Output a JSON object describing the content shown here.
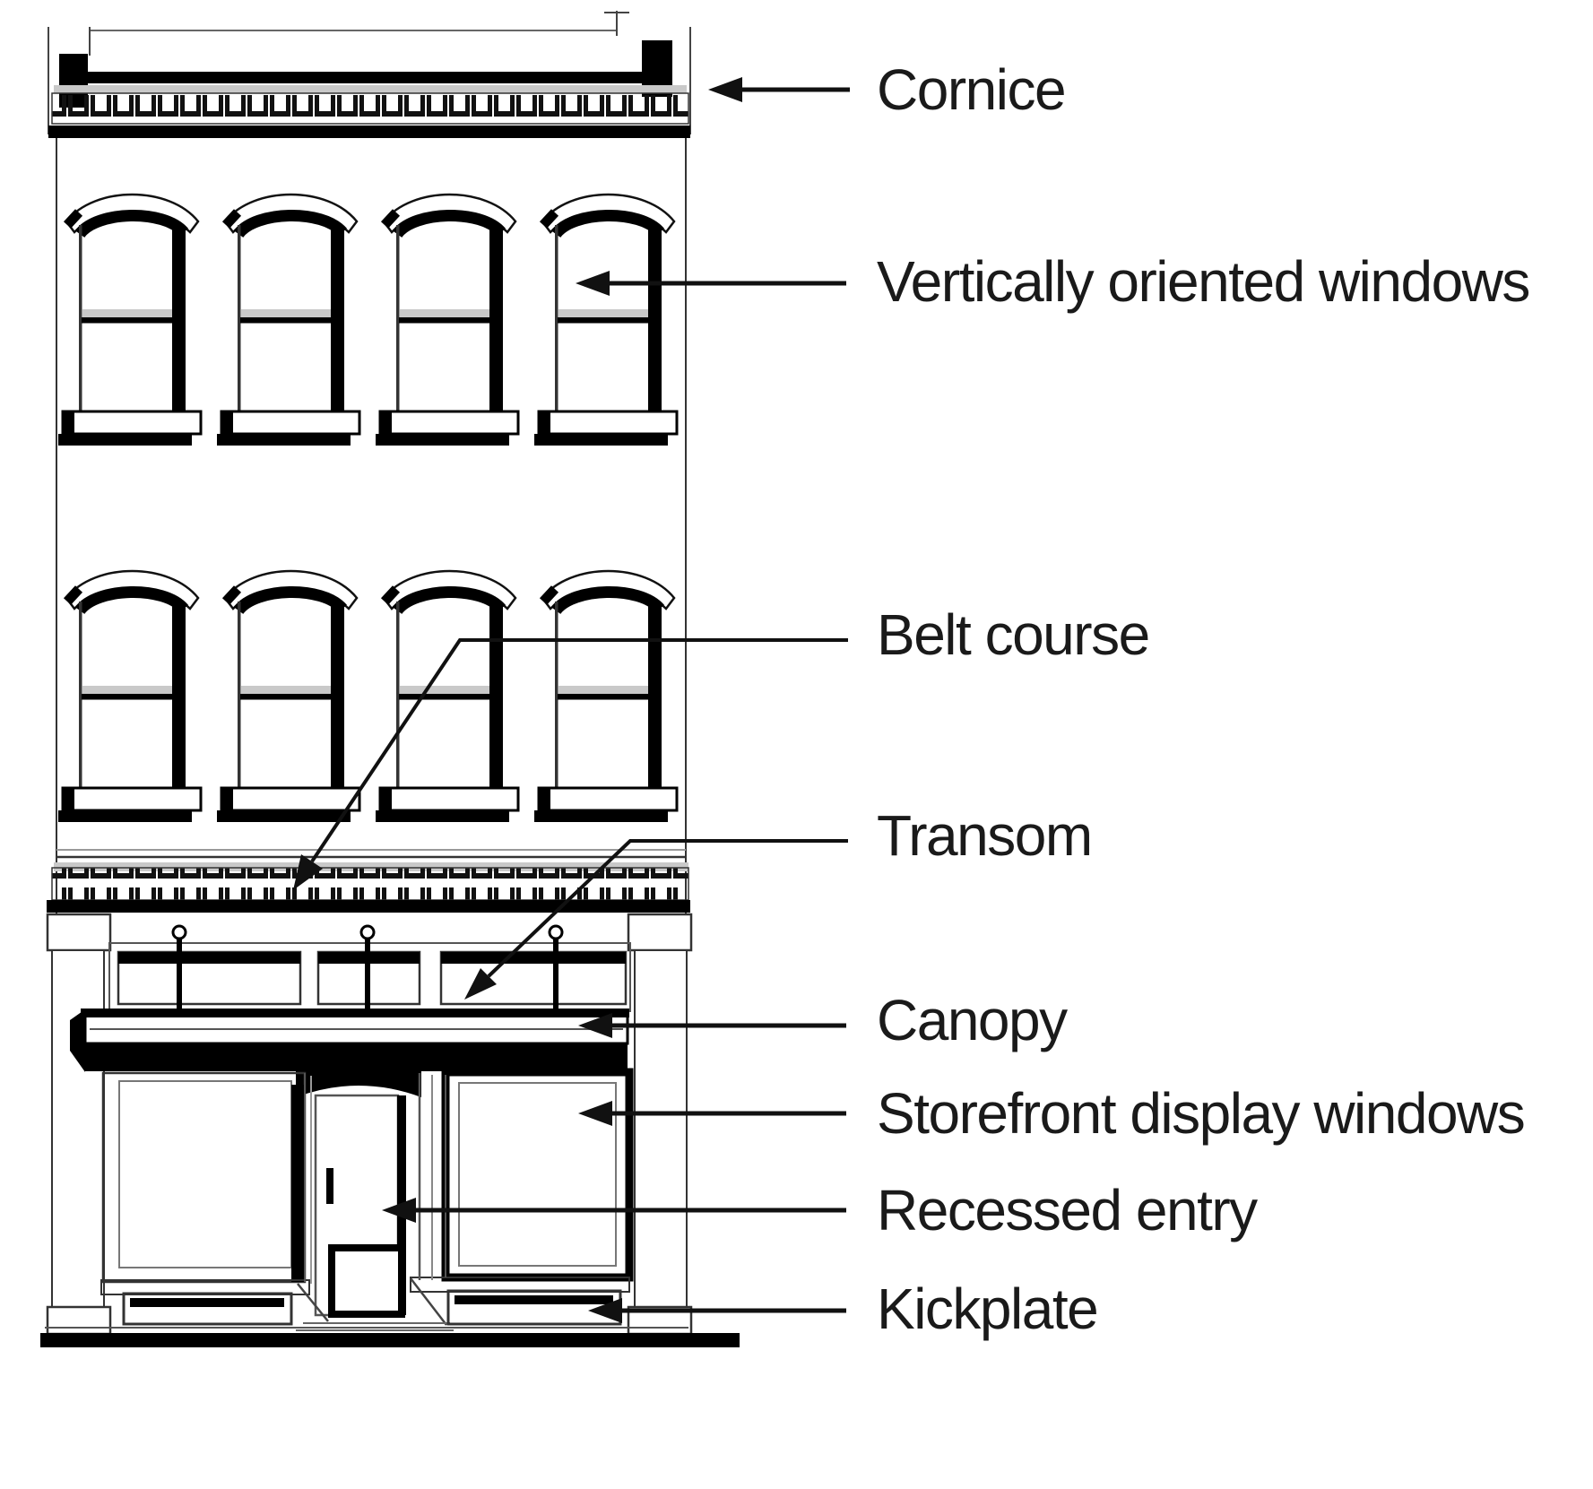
{
  "figure": {
    "type": "annotated architectural line diagram",
    "subject": "Traditional two-part commercial storefront facade elevation",
    "ink_color": "#111111",
    "shade_color": "#c9c9c9",
    "background_color": "#ffffff"
  },
  "labels": [
    {
      "id": "cornice",
      "text": "Cornice"
    },
    {
      "id": "vertically-oriented-windows",
      "text": "Vertically oriented windows"
    },
    {
      "id": "belt-course",
      "text": "Belt course"
    },
    {
      "id": "transom",
      "text": "Transom"
    },
    {
      "id": "canopy",
      "text": "Canopy"
    },
    {
      "id": "storefront-display-windows",
      "text": "Storefront display windows"
    },
    {
      "id": "recessed-entry",
      "text": "Recessed entry"
    },
    {
      "id": "kickplate",
      "text": "Kickplate"
    }
  ]
}
